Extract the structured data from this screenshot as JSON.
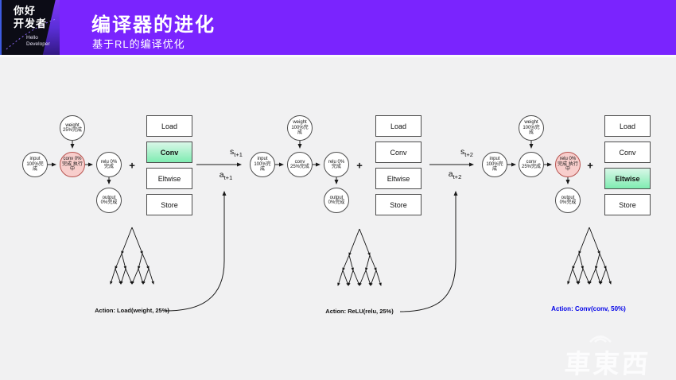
{
  "header": {
    "logo": {
      "cn_line1": "你好",
      "cn_line2": "开发者",
      "en_line1": "Hello",
      "en_line2": "Developer"
    },
    "title": "编译器的进化",
    "subtitle": "基于RL的编译优化"
  },
  "colors": {
    "banner_purple": "#7A24FE",
    "active_op_green": "#7FECB1",
    "executing_node_pink": "#F8CECC",
    "executing_node_border": "#B85450",
    "action_blue": "#0000E8",
    "background": "#F1F1F2"
  },
  "plus": "+",
  "groups": [
    {
      "nodes": {
        "input": "input 100%完成",
        "weight": "weight 25%完成",
        "conv": "conv 0%完成 执行中",
        "relu": "relu 0%完成",
        "output": "output 0%完成"
      },
      "ops": [
        "Load",
        "Conv",
        "Eltwise",
        "Store"
      ],
      "active_op": "Conv",
      "executing_node": "conv"
    },
    {
      "nodes": {
        "input": "input 100%完成",
        "weight": "weight 100%完成",
        "conv": "conv 25%完成",
        "relu": "relu 0%完成",
        "output": "output 0%完成"
      },
      "ops": [
        "Load",
        "Conv",
        "Eltwise",
        "Store"
      ],
      "active_op": null,
      "executing_node": null
    },
    {
      "nodes": {
        "input": "input 100%完成",
        "weight": "weight 100%完成",
        "conv": "conv 25%完成",
        "relu": "relu 0%完成 执行中",
        "output": "output 0%完成"
      },
      "ops": [
        "Load",
        "Conv",
        "Eltwise",
        "Store"
      ],
      "active_op": "Eltwise",
      "executing_node": "relu"
    }
  ],
  "transitions": [
    {
      "state_base": "s",
      "state_sub": "t+1",
      "action_base": "a",
      "action_sub": "t+1"
    },
    {
      "state_base": "s",
      "state_sub": "t+2",
      "action_base": "a",
      "action_sub": "t+2"
    }
  ],
  "actions": [
    {
      "text": "Action: Load(weight, 25%)"
    },
    {
      "text": "Action: ReLU(relu, 25%)"
    },
    {
      "text": "Action: Conv(conv, 50%)"
    }
  ],
  "watermark": "車東西"
}
